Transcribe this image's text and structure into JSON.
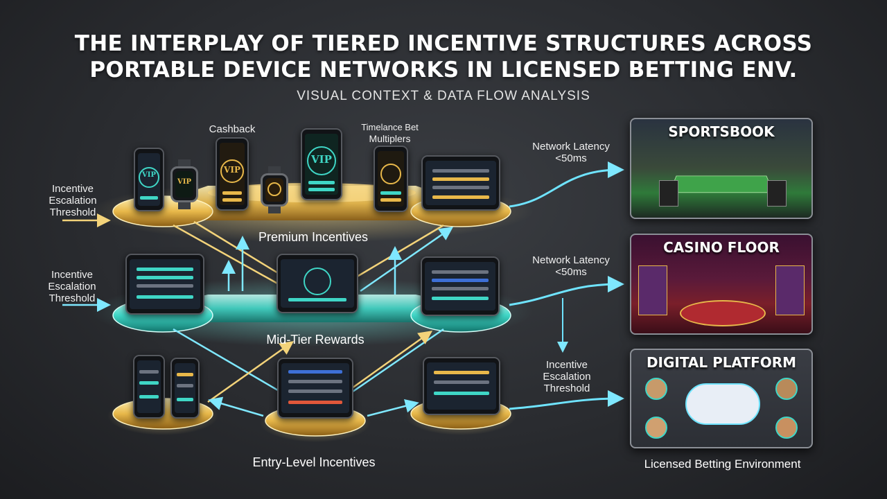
{
  "header": {
    "title_line1": "THE INTERPLAY OF TIERED INCENTIVE STRUCTURES ACROSS",
    "title_line2": "PORTABLE DEVICE NETWORKS IN LICENSED BETTING ENV.",
    "subtitle": "VISUAL CONTEXT & DATA FLOW ANALYSIS"
  },
  "tiers": {
    "premium": "Premium Incentives",
    "mid": "Mid-Tier Rewards",
    "entry": "Entry-Level Incentives"
  },
  "left_labels": {
    "top": [
      "Incentive",
      "Escalation",
      "Threshold"
    ],
    "mid": [
      "Incentive",
      "Escalation",
      "Threshold"
    ]
  },
  "device_labels": {
    "cashback": "Cashback",
    "multipliers_line1": "Timelance Bet",
    "multipliers_line2": "Multiplers",
    "vip": "VIP"
  },
  "flow_labels": {
    "latency_top": [
      "Network Latency",
      "<50ms"
    ],
    "latency_mid": [
      "Network Latency",
      "<50ms"
    ],
    "threshold_right": [
      "Incentive",
      "Escalation",
      "Threshold"
    ]
  },
  "panels": {
    "sportsbook": "SPORTSBOOK",
    "casino": "CASINO FLOOR",
    "digital": "DIGITAL PLATFORM"
  },
  "footer": {
    "licensed": "Licensed Betting Environment"
  },
  "colors": {
    "premium_gold": "#e8b84a",
    "mid_teal": "#3fd6c6",
    "entry_gold": "#d9a93c",
    "flow_cyan": "#6fe4ff"
  }
}
